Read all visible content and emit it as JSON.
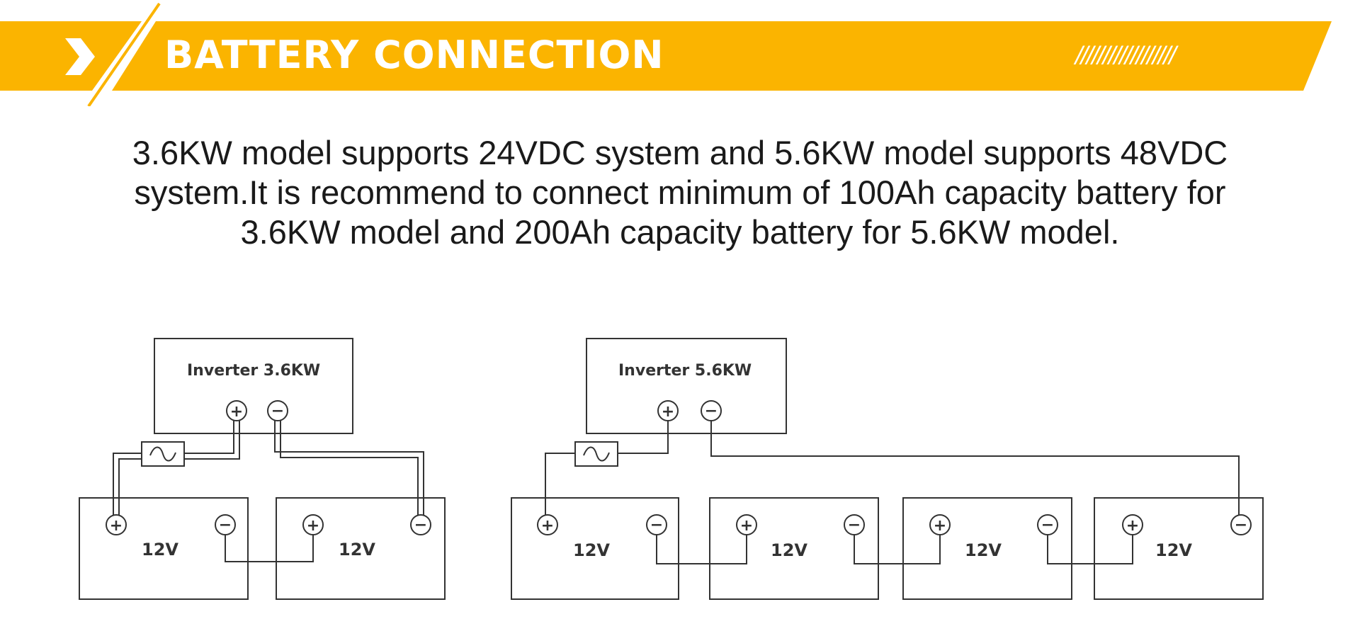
{
  "header": {
    "title": "BATTERY CONNECTION",
    "decoration": "//////////////////",
    "accent_color": "#FBB400",
    "icon": "chevron-right-icon"
  },
  "description": {
    "lines": [
      "3.6KW model supports 24VDC system and 5.6KW model supports 48VDC",
      "system.It is recommend to connect minimum of 100Ah capacity battery for",
      "3.6KW model and 200Ah capacity battery for 5.6KW model."
    ]
  },
  "diagrams": [
    {
      "inverter_label": "Inverter 3.6KW",
      "batteries": [
        "12V",
        "12V"
      ],
      "fuse": true,
      "wiring": "series"
    },
    {
      "inverter_label": "Inverter 5.6KW",
      "batteries": [
        "12V",
        "12V",
        "12V",
        "12V"
      ],
      "fuse": true,
      "wiring": "series"
    }
  ],
  "terminal_symbols": {
    "positive": "+",
    "negative": "−"
  }
}
